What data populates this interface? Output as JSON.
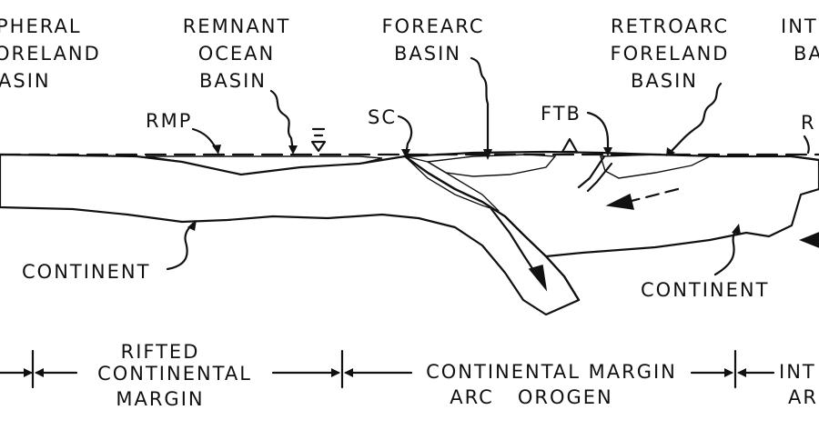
{
  "diagram": {
    "top_labels": {
      "peripheral": [
        "PHERAL",
        "ORELAND",
        "ASIN"
      ],
      "remnant": [
        "REMNANT",
        "OCEAN",
        "BASIN"
      ],
      "forearc": [
        "FOREARC",
        "BASIN"
      ],
      "retroarc": [
        "RETROARC",
        "FORELAND",
        "BASIN"
      ],
      "intra": [
        "INT",
        "BA"
      ]
    },
    "abbreviations": {
      "rmp": "RMP",
      "sc": "SC",
      "ftb": "FTB",
      "r": "R"
    },
    "continent_labels": {
      "left": "CONTINENT",
      "right": "CONTINENT"
    },
    "bottom_labels": {
      "rifted": [
        "RIFTED",
        "CONTINENTAL",
        "MARGIN"
      ],
      "arc": [
        "CONTINENTAL MARGIN",
        "ARC   OROGEN"
      ],
      "intra": [
        "INT",
        "AR"
      ]
    },
    "colors": {
      "ink": "#111111",
      "paper": "#ffffff"
    }
  }
}
